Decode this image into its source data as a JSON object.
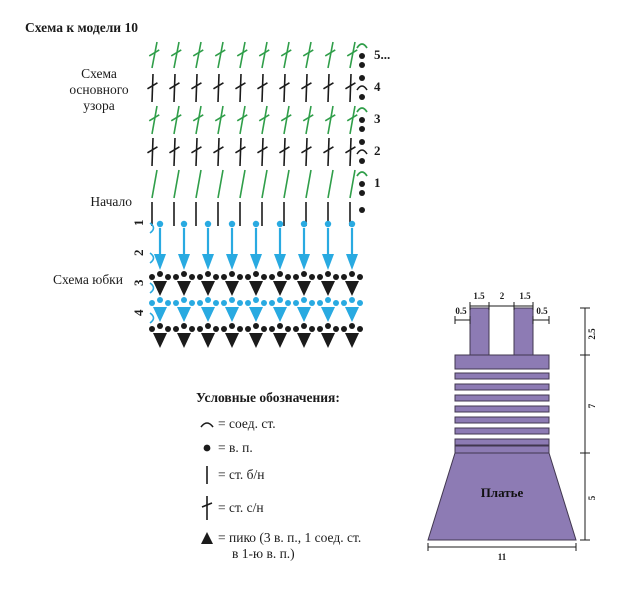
{
  "title": "Схема к модели 10",
  "labels": {
    "main_pattern": "Схема\nосновного\nузора",
    "start": "Начало",
    "skirt": "Схема юбки"
  },
  "colors": {
    "green": "#2f9e49",
    "blue": "#29aae1",
    "black": "#1b1b1b",
    "purple": "#8d7bb4",
    "purple_dark": "#41374f"
  },
  "main_pattern": {
    "columns": 10,
    "rows": [
      {
        "num": "5...",
        "symbol": "dc",
        "color": "green"
      },
      {
        "num": "4",
        "symbol": "dc",
        "color": "black"
      },
      {
        "num": "3",
        "symbol": "dc",
        "color": "green"
      },
      {
        "num": "2",
        "symbol": "dc",
        "color": "black"
      },
      {
        "num": "1",
        "symbol": "sc",
        "color": "green"
      }
    ],
    "foundation": {
      "symbol": "sc",
      "color": "black"
    }
  },
  "skirt_pattern": {
    "row_labels": [
      "1",
      "2",
      "3",
      "4"
    ],
    "rows": [
      {
        "type": "arrow",
        "color": "blue",
        "count": 9
      },
      {
        "type": "picot",
        "color": "black",
        "count": 9
      },
      {
        "type": "picot",
        "color": "blue",
        "count": 9
      },
      {
        "type": "picot",
        "color": "black",
        "count": 9
      }
    ]
  },
  "legend": {
    "title": "Условные обозначения:",
    "items": [
      {
        "symbol": "arc",
        "text": "= соед. ст."
      },
      {
        "symbol": "dot",
        "text": "= в. п."
      },
      {
        "symbol": "sc",
        "text": "= ст. б/н"
      },
      {
        "symbol": "dc",
        "text": "= ст. с/н"
      },
      {
        "symbol": "picot",
        "text": "= пико (3 в. п., 1 соед. ст.",
        "text2": "в 1-ю в. п.)"
      }
    ]
  },
  "dress": {
    "label": "Платье",
    "stripe_count": 7,
    "measurements": {
      "strap_left": "1.5",
      "strap_gap": "2",
      "strap_right": "1.5",
      "offset_left": "0.5",
      "offset_right": "0.5",
      "straps_height": "2.5",
      "bodice_height": "7",
      "skirt_height": "5",
      "bottom_width": "11"
    }
  }
}
